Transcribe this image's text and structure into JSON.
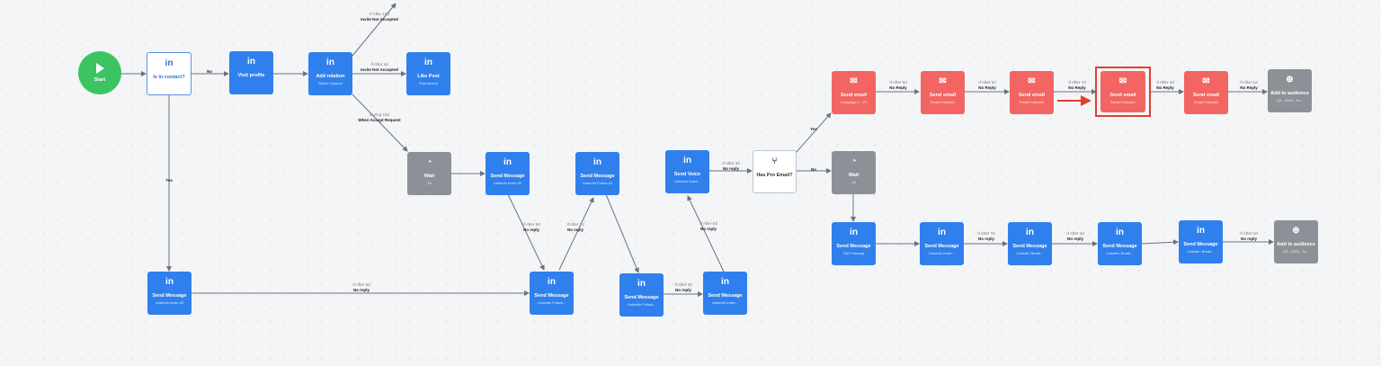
{
  "colors": {
    "linkedin": "#2f80ed",
    "email": "#f26563",
    "grey": "#8d9197",
    "start": "#3cc463",
    "highlight": "#e0402c"
  },
  "nodes": {
    "start": {
      "title": "Start",
      "icon": "play-icon"
    },
    "is_contact": {
      "title": "Is in contact?",
      "icon": "linkedin-icon",
      "glyph": "in"
    },
    "visit_profile": {
      "title": "Visit profile",
      "icon": "linkedin-icon",
      "glyph": "in"
    },
    "add_relation": {
      "title": "Add relation",
      "sub": "Notes Connect",
      "icon": "linkedin-icon",
      "glyph": "in"
    },
    "like_post": {
      "title": "Like Post",
      "sub": "Post search",
      "icon": "linkedin-icon",
      "glyph": "in"
    },
    "wait_1": {
      "title": "Wait",
      "sub": "1d",
      "icon": "clock-icon",
      "glyph": "◔"
    },
    "send_message_1": {
      "title": "Send Message",
      "sub": "LinkedIn Invite #2",
      "icon": "linkedin-icon",
      "glyph": "in"
    },
    "send_message_2": {
      "title": "Send Message",
      "sub": "LinkedIn Follow #2",
      "icon": "linkedin-icon",
      "glyph": "in"
    },
    "send_message_3": {
      "title": "Send Message",
      "sub": "LinkedIn Invite #3",
      "icon": "linkedin-icon",
      "glyph": "in"
    },
    "send_message_4": {
      "title": "Send Message",
      "sub": "LinkedIn Follow...",
      "icon": "linkedin-icon",
      "glyph": "in"
    },
    "send_message_5": {
      "title": "Send Message",
      "sub": "LinkedIn Follow...",
      "icon": "linkedin-icon",
      "glyph": "in"
    },
    "send_message_6": {
      "title": "Send Message",
      "sub": "LinkedIn Invite...",
      "icon": "linkedin-icon",
      "glyph": "in"
    },
    "send_voice": {
      "title": "Send Voice",
      "sub": "LinkedIn Voice...",
      "icon": "linkedin-icon",
      "glyph": "in"
    },
    "has_pro_email": {
      "title": "Has Pro Email?",
      "icon": "branch-icon",
      "glyph": "⑂"
    },
    "email_1": {
      "title": "Send email",
      "sub": "Campaign 1 - P1",
      "icon": "mail-icon",
      "glyph": "✉"
    },
    "email_2": {
      "title": "Send email",
      "sub": "Email Follow#1",
      "icon": "mail-icon",
      "glyph": "✉"
    },
    "email_3": {
      "title": "Send email",
      "sub": "Email Follow#2",
      "icon": "mail-icon",
      "glyph": "✉"
    },
    "email_4": {
      "title": "Send email",
      "sub": "Email Follow#3",
      "icon": "mail-icon",
      "glyph": "✉"
    },
    "email_5": {
      "title": "Send email",
      "sub": "Email Follow#4",
      "icon": "mail-icon",
      "glyph": "✉"
    },
    "audience_1": {
      "title": "Add to audience",
      "sub": "Q3 - 2024 - Ta...",
      "icon": "audience-icon",
      "glyph": "⊕"
    },
    "wait_2": {
      "title": "Wait",
      "sub": "1d",
      "icon": "clock-icon",
      "glyph": "◔"
    },
    "b_message_1": {
      "title": "Send Message",
      "sub": "DM Followup",
      "icon": "linkedin-icon",
      "glyph": "in"
    },
    "b_message_2": {
      "title": "Send Message",
      "sub": "LinkedIn Invite...",
      "icon": "linkedin-icon",
      "glyph": "in"
    },
    "b_message_3": {
      "title": "Send Message",
      "sub": "LinkedIn Break...",
      "icon": "linkedin-icon",
      "glyph": "in"
    },
    "b_message_4": {
      "title": "Send Message",
      "sub": "LinkedIn Break...",
      "icon": "linkedin-icon",
      "glyph": "in"
    },
    "b_message_5": {
      "title": "Send Message",
      "sub": "LinkedIn Break...",
      "icon": "linkedin-icon",
      "glyph": "in"
    },
    "audience_2": {
      "title": "Add to audience",
      "sub": "Q3 - 2024 - Ta...",
      "icon": "audience-icon",
      "glyph": "⊕"
    }
  },
  "edge_labels": {
    "no": "No",
    "yes": "Yes",
    "yes2": "Yes",
    "no2": "No",
    "invite_not_accepted_1": {
      "delay": "If After 10d",
      "main": "Invite Not Accepted"
    },
    "invite_not_accepted_2": {
      "delay": "If After 4d",
      "main": "Invite Not Accepted"
    },
    "when_accept": {
      "delay": "During 15d",
      "main": "When Accept Request"
    },
    "nr_1": {
      "delay": "If After 5d",
      "main": "No reply"
    },
    "nr_2": {
      "delay": "If After 5d",
      "main": "No reply"
    },
    "nr_3": {
      "delay": "If After 7d",
      "main": "No reply"
    },
    "nr_4": {
      "delay": "If After 3d",
      "main": "No reply"
    },
    "nr_5": {
      "delay": "If After 5d",
      "main": "No reply"
    },
    "nr_6": {
      "delay": "If After 3d",
      "main": "No reply"
    },
    "nr_e1": {
      "delay": "If After 5d",
      "main": "No Reply"
    },
    "nr_e2": {
      "delay": "If After 5d",
      "main": "No Reply"
    },
    "nr_e3": {
      "delay": "If After 7d",
      "main": "No Reply"
    },
    "nr_e4": {
      "delay": "If After 4d",
      "main": "No Reply"
    },
    "nr_e5": {
      "delay": "If After 1d",
      "main": "No Reply"
    },
    "nr_b1": {
      "delay": "If After 7d",
      "main": "No reply"
    },
    "nr_b2": {
      "delay": "If After 4d",
      "main": "No reply"
    },
    "nr_b3": {
      "delay": "If After 1d",
      "main": "No reply"
    }
  }
}
